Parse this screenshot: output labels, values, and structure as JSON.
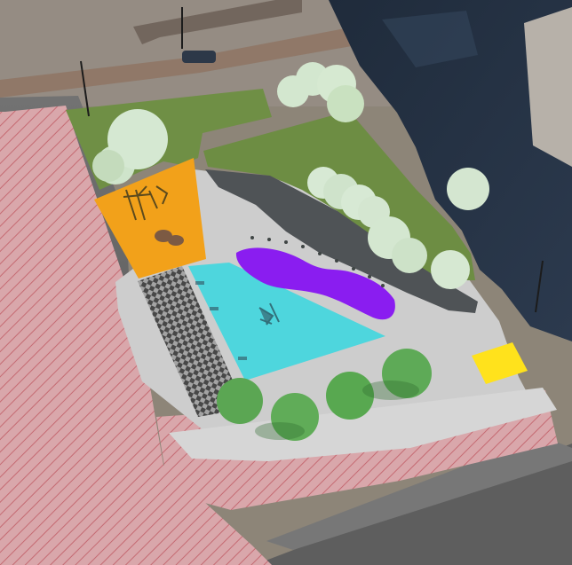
{
  "scene": {
    "kind": "aerial-3d-park-concept",
    "colors": {
      "pathway_pink": "#d9a7ab",
      "hatch_red": "#c56a72",
      "plaza_gray": "#cfcfcf",
      "lawn_green": "#6f8f45",
      "playground_orange": "#f2a11a",
      "pool_cyan": "#4ed6dd",
      "water_purple": "#8a1df0",
      "small_yellow": "#ffe21c",
      "tree_light": "#cfe5c7",
      "tree_dark": "#5aa852",
      "road_dark": "#263548",
      "building_gray": "#656565"
    },
    "elements": [
      "playground-area",
      "pool-area",
      "water-feature",
      "lawn-areas",
      "trees",
      "buildings",
      "streets"
    ]
  }
}
